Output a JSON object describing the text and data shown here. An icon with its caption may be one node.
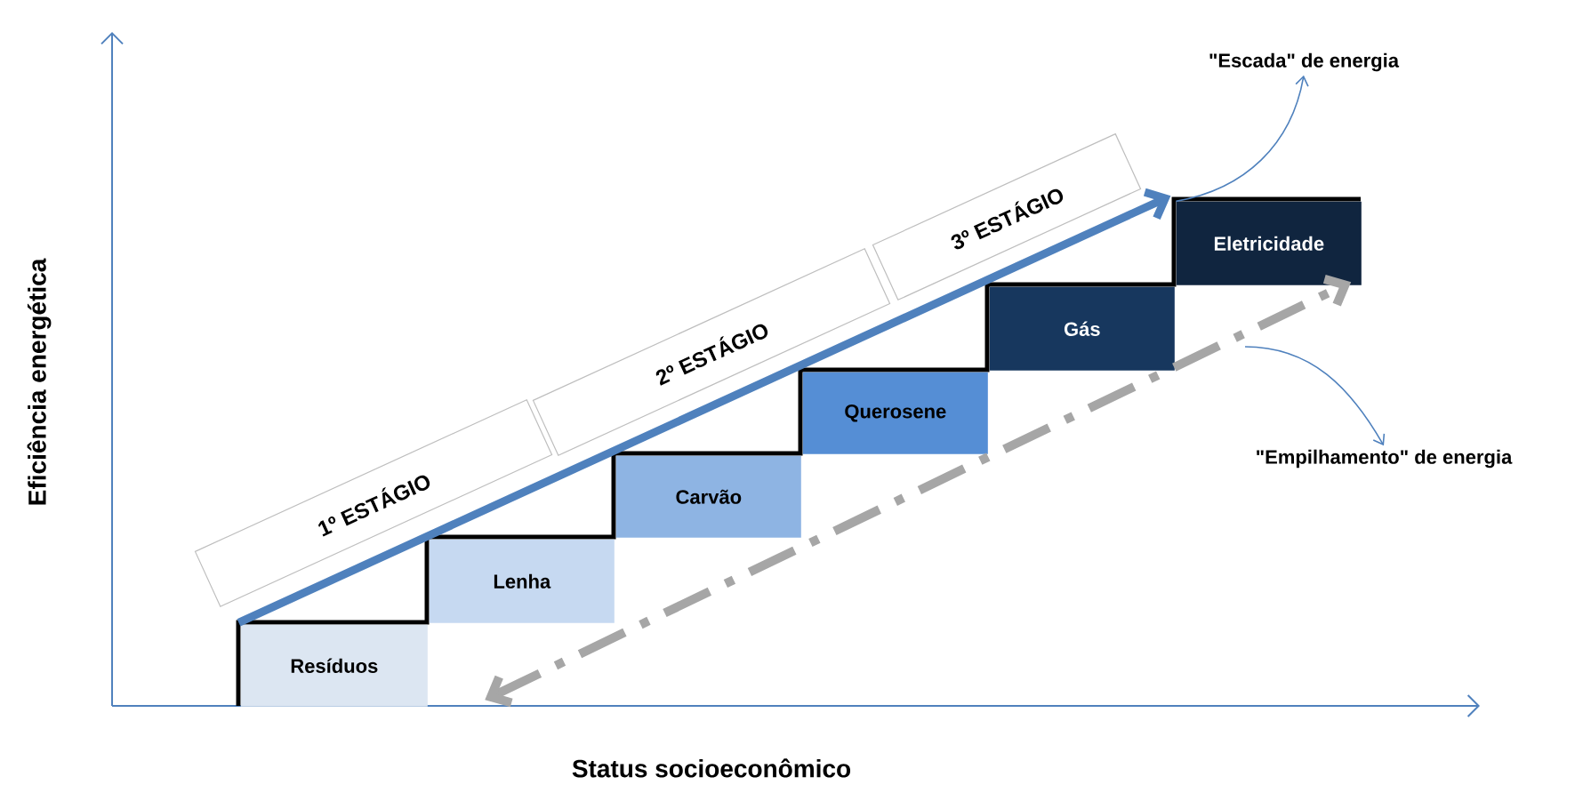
{
  "diagram": {
    "nodes": [
      {
        "text": [
          "Resíduos"
        ]
      },
      {
        "text": [
          "Lenha"
        ]
      },
      {
        "text": [
          "Carvão"
        ]
      },
      {
        "text": [
          "Querosene"
        ]
      },
      {
        "text": [
          "Gás"
        ]
      },
      {
        "text": [
          "Eletricidade"
        ]
      },
      {
        "text": [
          "1º ESTÁGIO"
        ]
      },
      {
        "text": [
          "2º ESTÁGIO"
        ]
      },
      {
        "text": [
          "3º ESTÁGIO"
        ]
      },
      {
        "text": [
          "\"Escada\" de energia"
        ]
      },
      {
        "text": [
          "\"Empilhamento\" de energia"
        ]
      }
    ],
    "edges": [
      {
        "from": 0,
        "to": 5,
        "arrow": "to",
        "style": "thick",
        "color": "#4f81bd"
      },
      {
        "from": 0,
        "to": 5,
        "arrow": "both",
        "style": "dashed",
        "color": "#a6a6a6"
      },
      {
        "from": 5,
        "to": 9,
        "arrow": "to",
        "color": "#4f81bd"
      },
      {
        "from": null,
        "to": 10,
        "arrow": "to",
        "color": "#4f81bd"
      }
    ],
    "labels": [
      "Eficiência energética",
      "Status socioeconômico"
    ]
  }
}
